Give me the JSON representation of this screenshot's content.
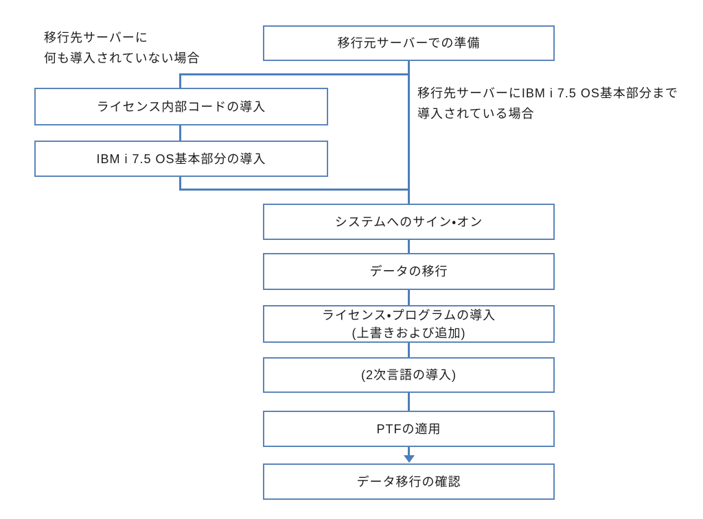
{
  "colors": {
    "box_border": "#5b84b9",
    "connector_line": "#4a7ebb",
    "text": "#1c1c1c",
    "background": "#ffffff"
  },
  "annotations": {
    "left_case": "移行先サーバーに\n何も導入されていない場合",
    "right_case": "移行先サーバーにIBM i 7.5 OS基本部分まで\n導入されている場合"
  },
  "boxes": {
    "preparation": "移行元サーバーでの準備",
    "lic_code": "ライセンス内部コードの導入",
    "os_base": "IBM i 7.5 OS基本部分の導入",
    "signon": "システムへのサイン・オン",
    "data_migration": "データの移行",
    "lic_programs": "ライセンス・プログラムの導入\n(上書きおよび追加)",
    "secondary_lang": "(2次言語の導入)",
    "ptf": "PTFの適用",
    "confirm": "データ移行の確認"
  }
}
